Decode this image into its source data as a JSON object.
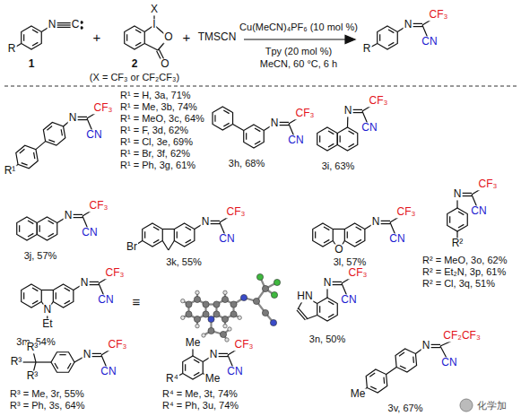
{
  "diagram": {
    "labels": [
      "R",
      "N",
      "C",
      "1",
      "+",
      "X",
      "I",
      "O",
      "O",
      "2",
      "(X = CF₃ or CF₂CF₃)",
      "+",
      "TMSCN",
      "Cu(MeCN)₄PF₆ (10 mol %)",
      "Tpy (20 mol %)",
      "MeCN, 60 °C, 6 h",
      "R",
      "N",
      "CF₃",
      "CN",
      "R¹",
      "N",
      "CF₃",
      "CN",
      "R¹ = H, 3a, 71%",
      "R¹ = Me, 3b, 74%",
      "R¹ = MeO, 3c, 64%",
      "R¹ = F, 3d, 62%",
      "R¹ = Cl, 3e, 69%",
      "R¹ = Br, 3f, 62%",
      "R¹ = Ph, 3g, 61%",
      "N",
      "CF₃",
      "CN",
      "3h, 68%",
      "N",
      "CF₃",
      "CN",
      "3i, 63%",
      "N",
      "CF₃",
      "CN",
      "3j, 57%",
      "Br",
      "N",
      "CF₃",
      "CN",
      "3k, 55%",
      "O",
      "N",
      "CF₃",
      "CN",
      "3l, 57%",
      "N",
      "Et",
      "N",
      "CF₃",
      "CN",
      "3m, 54%",
      "≡",
      "HN",
      "N",
      "CF₃",
      "CN",
      "3n, 50%",
      "N",
      "CF₃",
      "CN",
      "R²",
      "R² = MeO, 3o, 62%",
      "R² = Et₂N, 3p, 61%",
      "R² = Cl, 3q, 51%",
      "R³",
      "R³",
      "R³",
      "N",
      "CF₃",
      "CN",
      "R³ = Me, 3r, 55%",
      "R³ = Ph, 3s, 64%",
      "Me",
      "R⁴",
      "Me",
      "N",
      "CF₃",
      "CN",
      "R⁴ = Me, 3t, 74%",
      "R⁴ = Ph, 3u, 74%",
      "Me",
      "N",
      "CF₂CF₃",
      "CN",
      "3v, 67%",
      "化学加"
    ]
  }
}
